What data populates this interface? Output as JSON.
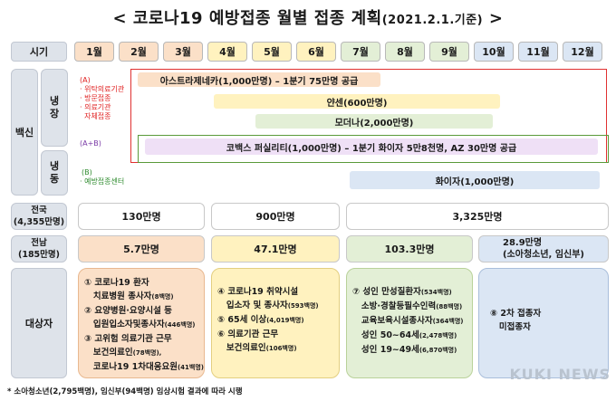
{
  "title": {
    "main": "< 코로나19 예방접종 월별 접종 계획",
    "date": "(2021.2.1.기준)",
    "close": ">"
  },
  "header": {
    "period_label": "시기",
    "months": [
      "1월",
      "2월",
      "3월",
      "4월",
      "5월",
      "6월",
      "7월",
      "8월",
      "9월",
      "10월",
      "11월",
      "12월"
    ]
  },
  "vaccine": {
    "label": "백신",
    "cold": "냉\n장",
    "frozen": "냉\n동",
    "group_a_tag": "(A)",
    "group_a_items": "· 위탁의료기관\n· 방문접종\n· 의료기관\n  자체접종",
    "group_ab_tag": "(A+B)",
    "group_b_tag": "(B)",
    "group_b_items": "· 예방접종센터",
    "bars": {
      "az": "아스트라제네카(1,000만명) – 1분기 75만명 공급",
      "janssen": "얀센(600만명)",
      "moderna": "모더나(2,000만명)",
      "covax": "코백스 퍼실리티(1,000만명) – 1분기 화이자 5만8천명, AZ 30만명 공급",
      "pfizer": "화이자(1,000만명)"
    }
  },
  "national": {
    "label": "전국\n(4,355만명)",
    "q1": "130만명",
    "q2": "900만명",
    "q3": "3,325만명"
  },
  "jeonnam": {
    "label": "전남\n(185만명)",
    "q1": "5.7만명",
    "q2": "47.1만명",
    "q3": "103.3만명",
    "q4": "28.9만명\n(소아청소년, 임신부)"
  },
  "targets": {
    "label": "대상자",
    "q1": [
      {
        "t": "① 코로나19 환자",
        "s": ""
      },
      {
        "t": "   치료병원 종사자",
        "s": "(8백명)"
      },
      {
        "t": "② 요양병원·요양시설 등",
        "s": ""
      },
      {
        "t": "   입원입소자및종사자",
        "s": "(446백명)"
      },
      {
        "t": "③ 고위험 의료기관 근무",
        "s": ""
      },
      {
        "t": "   보건의료인",
        "s": "(78백명),"
      },
      {
        "t": "   코로나19 1차대응요원",
        "s": "(41백명)"
      }
    ],
    "q2": [
      {
        "t": "④ 코로나19 취약시설",
        "s": ""
      },
      {
        "t": "   입소자 및 종사자",
        "s": "(593백명)"
      },
      {
        "t": "⑤ 65세 이상",
        "s": "(4,019백명)"
      },
      {
        "t": "⑥ 의료기관 근무",
        "s": ""
      },
      {
        "t": "   보건의료인",
        "s": "(106백명)"
      }
    ],
    "q3": [
      {
        "t": "⑦ 성인 만성질환자",
        "s": "(534백명)"
      },
      {
        "t": "   소방·경찰등필수인력",
        "s": "(88백명)"
      },
      {
        "t": "   교육보육시설종사자",
        "s": "(364백명)"
      },
      {
        "t": "   성인 50~64세",
        "s": "(2,478백명)"
      },
      {
        "t": "   성인 19~49세",
        "s": "(6,870백명)"
      }
    ],
    "q4": [
      {
        "t": "⑧ 2차 접종자",
        "s": ""
      },
      {
        "t": "   미접종자",
        "s": ""
      }
    ]
  },
  "note": "* 소아청소년(2,795백명), 임신부(94백명) 임상시험 결과에 따라 시행",
  "watermark": "KUKI NEWS"
}
